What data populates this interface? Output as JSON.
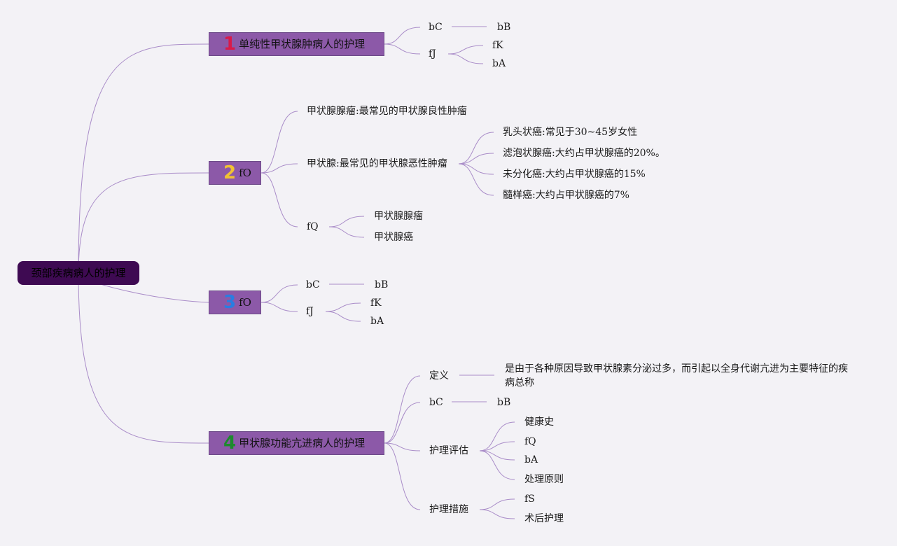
{
  "root": {
    "label": "颈部疾病病人的护理"
  },
  "colors": {
    "background": "#f3f2f6",
    "root_fill": "#3e0a52",
    "topic_fill": "#8c59a8",
    "connector": "#a98cc8",
    "num1": "#d81b4a",
    "num2": "#f1c232",
    "num3": "#2a7de1",
    "num4": "#1e8a2e"
  },
  "topics": [
    {
      "number": "1",
      "label": "单纯性甲状腺肿病人的护理",
      "children": [
        {
          "label": "bC",
          "children": [
            {
              "label": "bB"
            }
          ]
        },
        {
          "label": "fJ",
          "children": [
            {
              "label": "fK"
            },
            {
              "label": "bA"
            }
          ]
        }
      ]
    },
    {
      "number": "2",
      "label": "fO",
      "children": [
        {
          "label": "甲状腺腺瘤:最常见的甲状腺良性肿瘤"
        },
        {
          "label": "甲状腺:最常见的甲状腺恶性肿瘤",
          "children": [
            {
              "label": "乳头状癌:常见于30~45岁女性"
            },
            {
              "label": "滤泡状腺癌:大约占甲状腺癌的20%。"
            },
            {
              "label": "未分化癌:大约占甲状腺癌的15%"
            },
            {
              "label": "髓样癌:大约占甲状腺癌的7%"
            }
          ]
        },
        {
          "label": "fQ",
          "children": [
            {
              "label": "甲状腺腺瘤"
            },
            {
              "label": "甲状腺癌"
            }
          ]
        }
      ]
    },
    {
      "number": "3",
      "label": "fO",
      "children": [
        {
          "label": "bC",
          "children": [
            {
              "label": "bB"
            }
          ]
        },
        {
          "label": "fJ",
          "children": [
            {
              "label": "fK"
            },
            {
              "label": "bA"
            }
          ]
        }
      ]
    },
    {
      "number": "4",
      "label": "甲状腺功能亢进病人的护理",
      "children": [
        {
          "label": "定义",
          "children": [
            {
              "label": "是由于各种原因导致甲状腺素分泌过多，而引起以全身代谢亢进为主要特征的疾病总称"
            }
          ]
        },
        {
          "label": "bC",
          "children": [
            {
              "label": "bB"
            }
          ]
        },
        {
          "label": "护理评估",
          "children": [
            {
              "label": "健康史"
            },
            {
              "label": "fQ"
            },
            {
              "label": "bA"
            },
            {
              "label": "处理原则"
            }
          ]
        },
        {
          "label": "护理措施",
          "children": [
            {
              "label": "fS"
            },
            {
              "label": "术后护理"
            }
          ]
        }
      ]
    }
  ]
}
